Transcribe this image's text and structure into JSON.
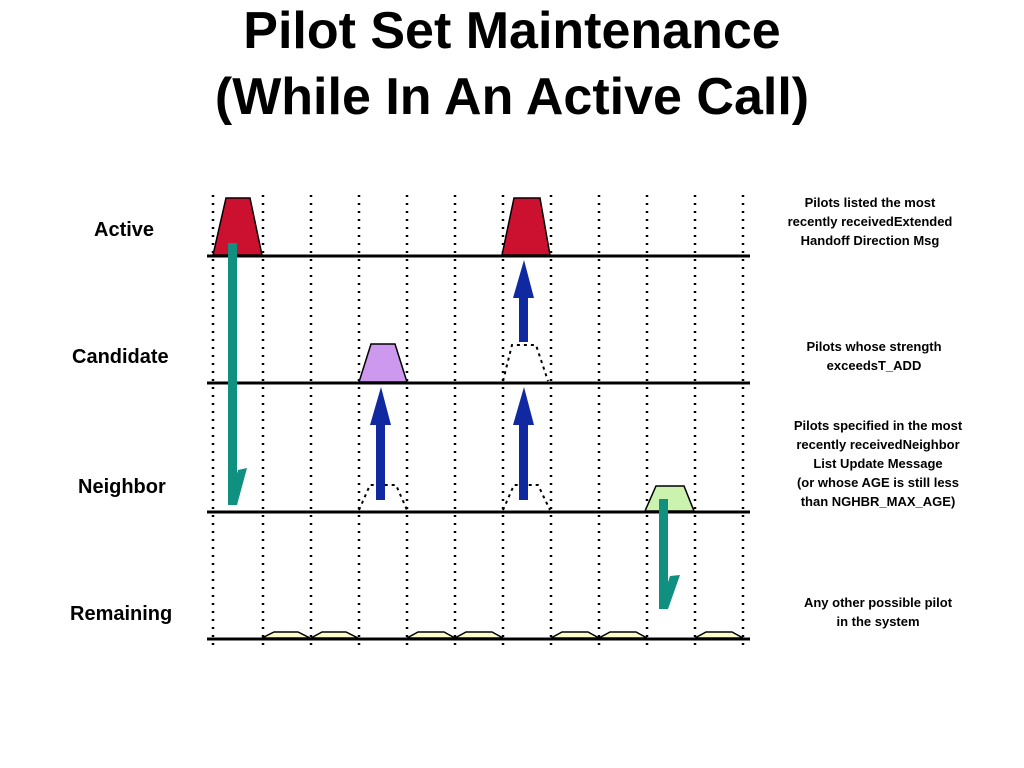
{
  "title": {
    "line1": "Pilot Set Maintenance",
    "line2": "(While In An Active Call)"
  },
  "rows": {
    "active": "Active",
    "candidate": "Candidate",
    "neighbor": "Neighbor",
    "remaining": "Remaining"
  },
  "notes": {
    "active": [
      "Pilots listed the most",
      "recently receivedExtended",
      "Handoff Direction Msg"
    ],
    "candidate": [
      "Pilots whose strength",
      "exceedsT_ADD"
    ],
    "neighbor": [
      "Pilots specified in the most",
      "recently receivedNeighbor",
      "List Update Message",
      "(or whose AGE is still less",
      "than NGHBR_MAX_AGE)"
    ],
    "remaining": [
      "Any other possible pilot",
      "in the system"
    ]
  },
  "colors": {
    "active_pulse": "#cc1030",
    "candidate_pulse": "#cc99ee",
    "neighbor_pulse": "#ccf2b0",
    "remaining_pulse": "#ffffcc",
    "teal_arrow": "#109080",
    "blue_arrow": "#1028a0"
  }
}
